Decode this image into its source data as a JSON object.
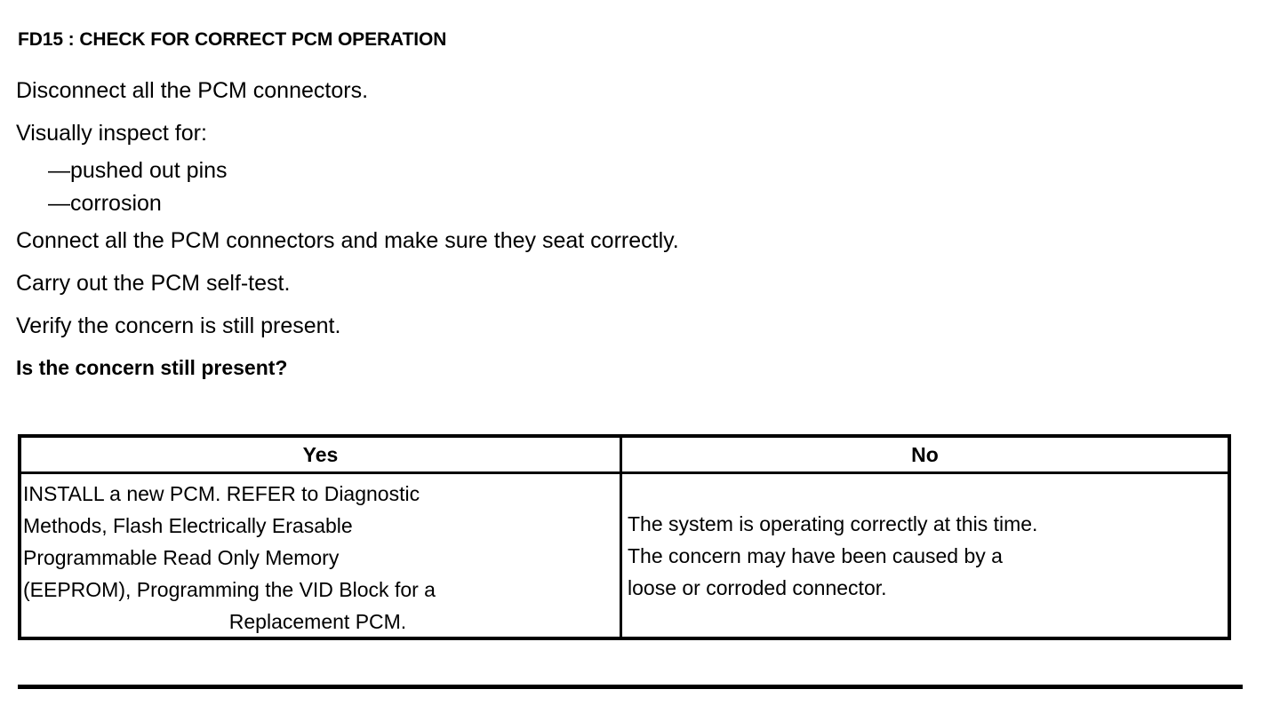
{
  "document": {
    "step_title": "FD15 : CHECK FOR CORRECT PCM OPERATION",
    "instructions": [
      {
        "text": "Disconnect all the PCM connectors.",
        "style": "normal"
      },
      {
        "text": "Visually inspect for:",
        "style": "normal"
      },
      {
        "text": "—pushed out pins",
        "style": "bullet"
      },
      {
        "text": "—corrosion",
        "style": "bullet"
      },
      {
        "text": "Connect all the PCM connectors and make sure they seat correctly.",
        "style": "normal"
      },
      {
        "text": "Carry out the PCM self-test.",
        "style": "normal"
      },
      {
        "text": "Verify the concern is still present.",
        "style": "normal"
      },
      {
        "text": "Is the concern still present?",
        "style": "bold"
      }
    ],
    "decision_table": {
      "headers": {
        "yes": "Yes",
        "no": "No"
      },
      "yes_cell": {
        "lines": [
          "INSTALL a new PCM. REFER to Diagnostic",
          "Methods,  Flash Electrically Erasable",
          "Programmable Read Only Memory",
          "(EEPROM), Programming the VID Block for a",
          "Replacement PCM."
        ],
        "last_line_centered": true
      },
      "no_cell": {
        "lines": [
          "The system is operating correctly at this time.",
          "The concern may have been caused by a",
          "loose or corroded connector."
        ]
      }
    },
    "colors": {
      "ink": "#000000",
      "paper": "#ffffff"
    }
  }
}
